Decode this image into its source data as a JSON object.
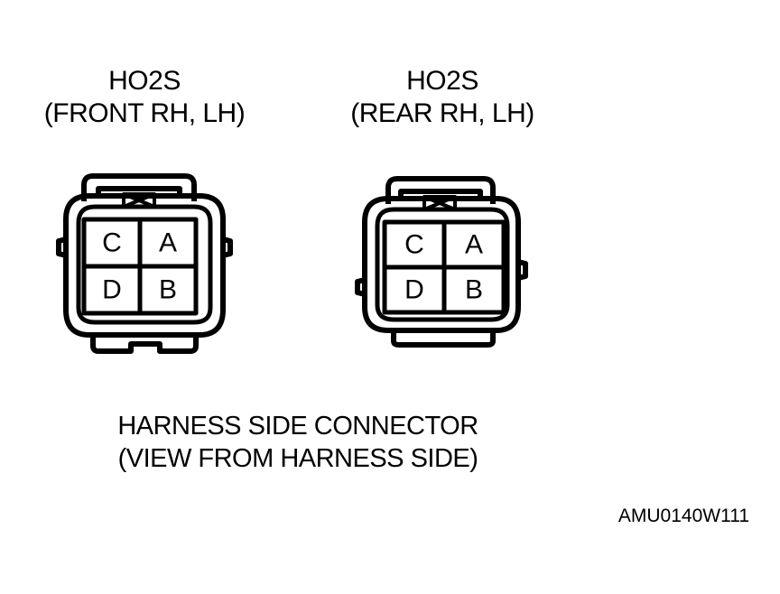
{
  "front": {
    "title_line1": "HO2S",
    "title_line2": "(FRONT RH, LH)",
    "pins": {
      "top_left": "C",
      "top_right": "A",
      "bottom_left": "D",
      "bottom_right": "B"
    }
  },
  "rear": {
    "title_line1": "HO2S",
    "title_line2": "(REAR RH, LH)",
    "pins": {
      "top_left": "C",
      "top_right": "A",
      "bottom_left": "D",
      "bottom_right": "B"
    }
  },
  "caption": {
    "line1": "HARNESS SIDE CONNECTOR",
    "line2": "(VIEW FROM HARNESS SIDE)"
  },
  "figure_code": "AMU0140W111"
}
